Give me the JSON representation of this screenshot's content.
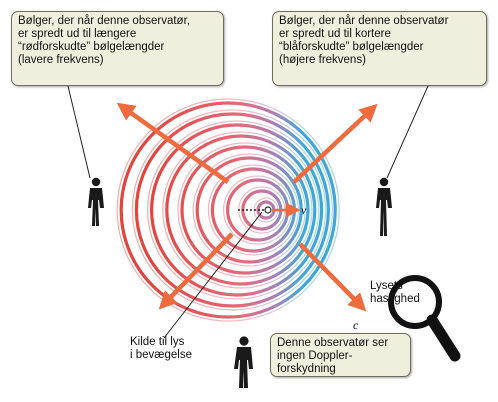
{
  "callouts": {
    "left": {
      "lines": [
        "Bølger, der når denne observatør,",
        "er spredt ud til længere",
        "“rødforskudte” bølgelængder",
        "(lavere frekvens)"
      ]
    },
    "right": {
      "lines": [
        "Bølger, der når denne observatør",
        "er spredt ud til kortere",
        "“blåforskudte” bølgelængder",
        "(højere frekvens)"
      ]
    },
    "bottom": {
      "lines": [
        "Denne observatør ser",
        "ingen Doppler-",
        "forskydning"
      ]
    }
  },
  "labels": {
    "source": [
      "Kilde til lys",
      "i bevægelse"
    ],
    "light_speed": [
      "Lysets",
      "hastighed"
    ],
    "velocity_symbol": "v",
    "light_speed_symbol": "c"
  },
  "colors": {
    "redshift": "#e0453f",
    "blueshift": "#3fa6d8",
    "arrow": "#ef6a3c",
    "callout_fill": "#efefdd",
    "figure": "#1a1a1a"
  },
  "icons": {
    "magnifier": "magnifier-icon",
    "observer": "person-silhouette-icon"
  }
}
